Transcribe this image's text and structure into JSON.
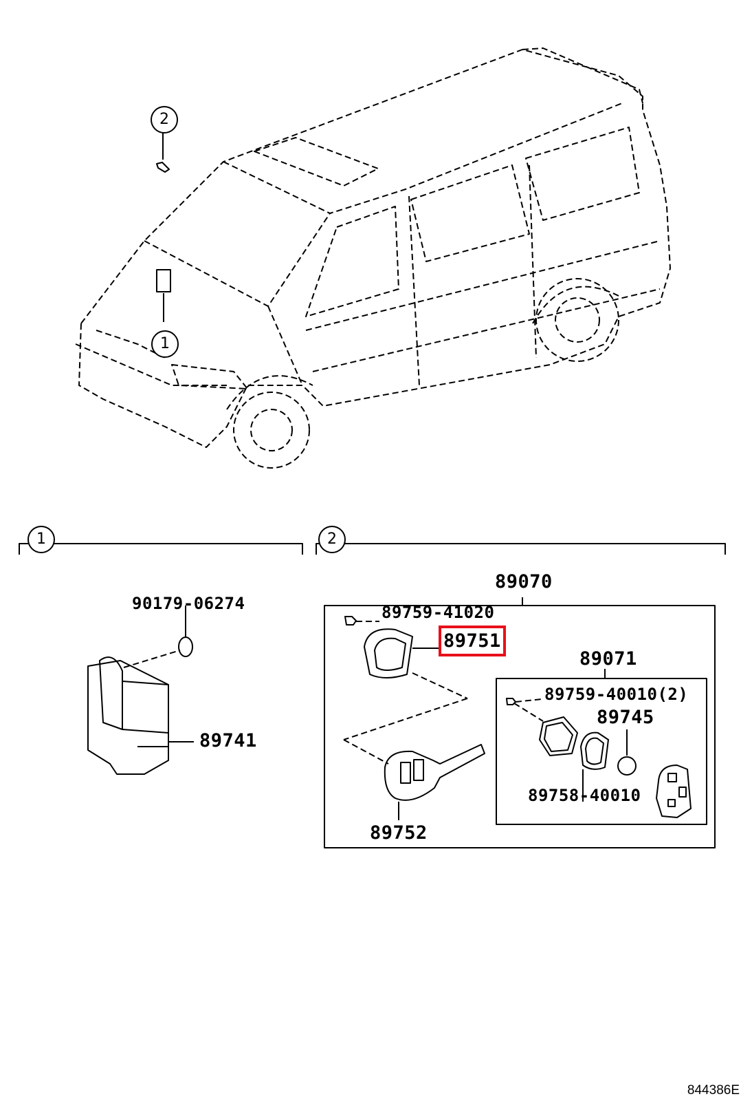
{
  "callouts": {
    "ref1": "1",
    "ref2": "2"
  },
  "section1": {
    "ref": "1",
    "parts": {
      "grommet": "90179-06274",
      "receiver": "89741"
    }
  },
  "section2": {
    "ref": "2",
    "parts": {
      "kit": "89070",
      "screw": "89759-41020",
      "case_cover": "89751",
      "key": "89752",
      "transmitter": "89071",
      "screw2": "89759-40010(2)",
      "battery": "89745",
      "case": "89758-40010"
    },
    "highlighted_part": "89751",
    "highlight_color": "#e8101a"
  },
  "figure_code": "844386E"
}
